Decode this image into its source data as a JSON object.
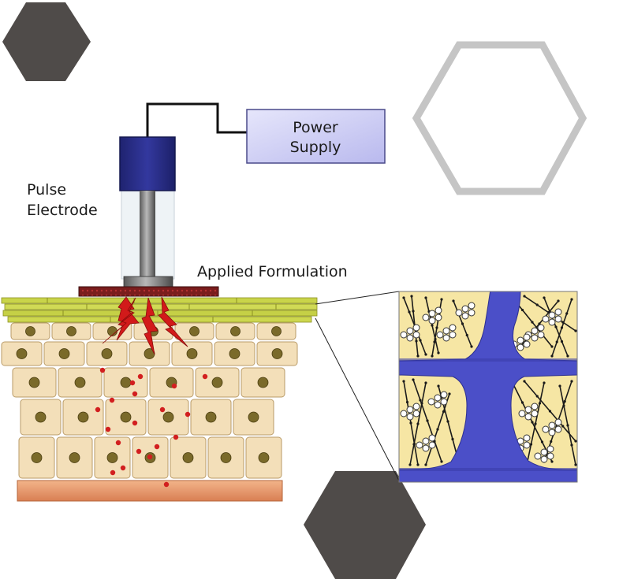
{
  "labels": {
    "power_supply_line1": "Power",
    "power_supply_line2": "Supply",
    "pulse_electrode_line1": "Pulse",
    "pulse_electrode_line2": "Electrode",
    "applied_formulation": "Applied Formulation"
  },
  "colors": {
    "hexagon_dark": "#4f4b49",
    "hexagon_outline": "#c5c5c5",
    "power_supply_fill": "#d4d4f6",
    "power_supply_border": "#4a4a8a",
    "electrode_body": "#2b2f8e",
    "electrode_rod": "#8a8a8a",
    "formulation_pad": "#7a1d1d",
    "stratum_corneum": "#c9d44a",
    "cell_fill": "#f3dfb9",
    "cell_nucleus": "#7a6a2a",
    "dermis": "#e59a70",
    "drug_particle": "#d21f1f",
    "pore_blue": "#4b4fc8",
    "lipid_background": "#f6e6a4"
  },
  "icons": {
    "spark": "lightning-bolt-icon"
  }
}
